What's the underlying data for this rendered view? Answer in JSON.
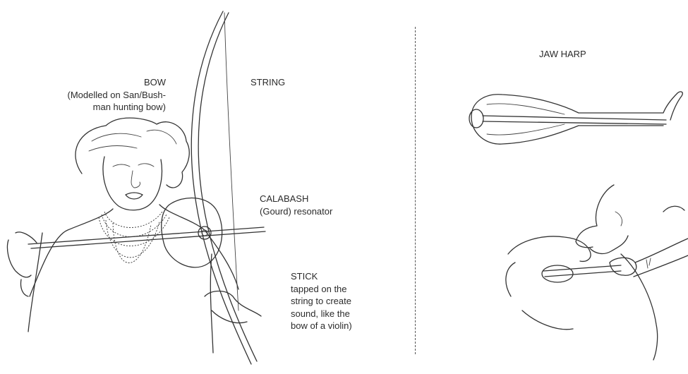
{
  "labels": {
    "bow": [
      "BOW",
      "(Modelled on San/Bush-",
      "man hunting bow)"
    ],
    "string": [
      "STRING"
    ],
    "calabash": [
      "CALABASH",
      "(Gourd) resonator"
    ],
    "stick": [
      "STICK",
      "tapped on the",
      "string to create",
      "sound, like the",
      "bow of a violin)"
    ],
    "jaw_harp": [
      "JAW HARP"
    ]
  },
  "icons": {
    "musician": "woman-playing-musical-bow-illustration",
    "jaw_harp": "jaw-harp-illustration",
    "playing": "hands-playing-jaw-harp-illustration"
  }
}
